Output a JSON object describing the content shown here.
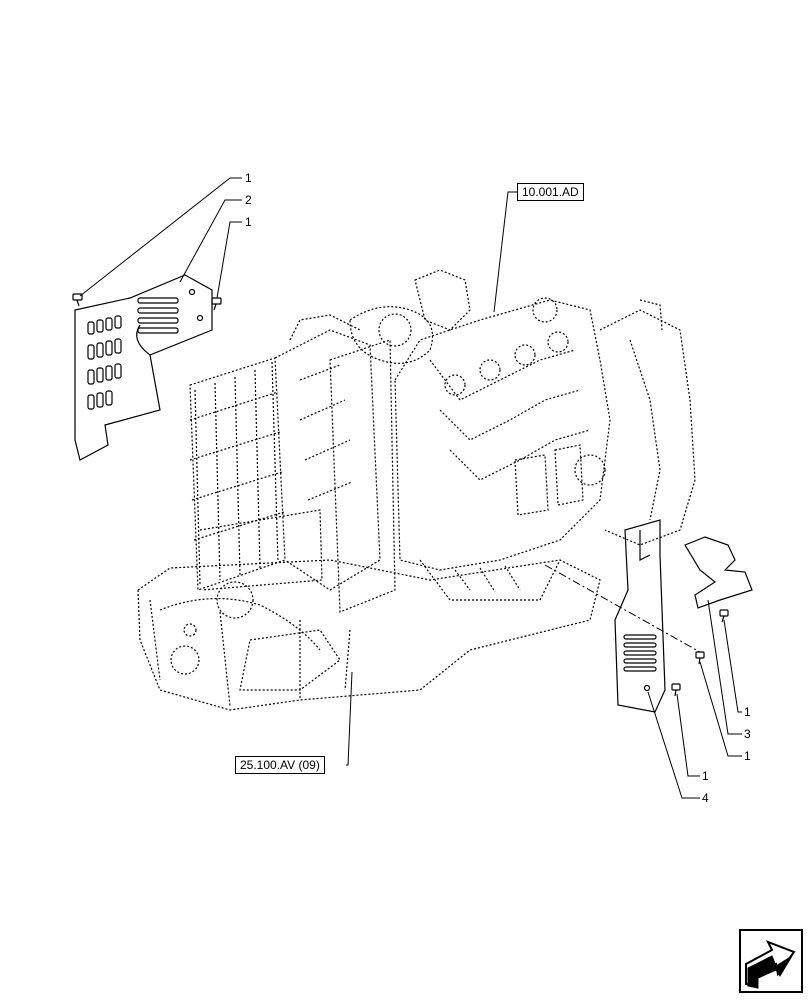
{
  "callouts": {
    "top_left_1a": "1",
    "top_left_2": "2",
    "top_left_1b": "1",
    "right_1a": "1",
    "right_3": "3",
    "right_1b": "1",
    "bottom_1": "1",
    "bottom_4": "4"
  },
  "references": {
    "engine_ref": "10.001.AD",
    "frame_ref": "25.100.AV (09)"
  },
  "icons": {
    "navigation": "next-page-arrow-icon"
  }
}
